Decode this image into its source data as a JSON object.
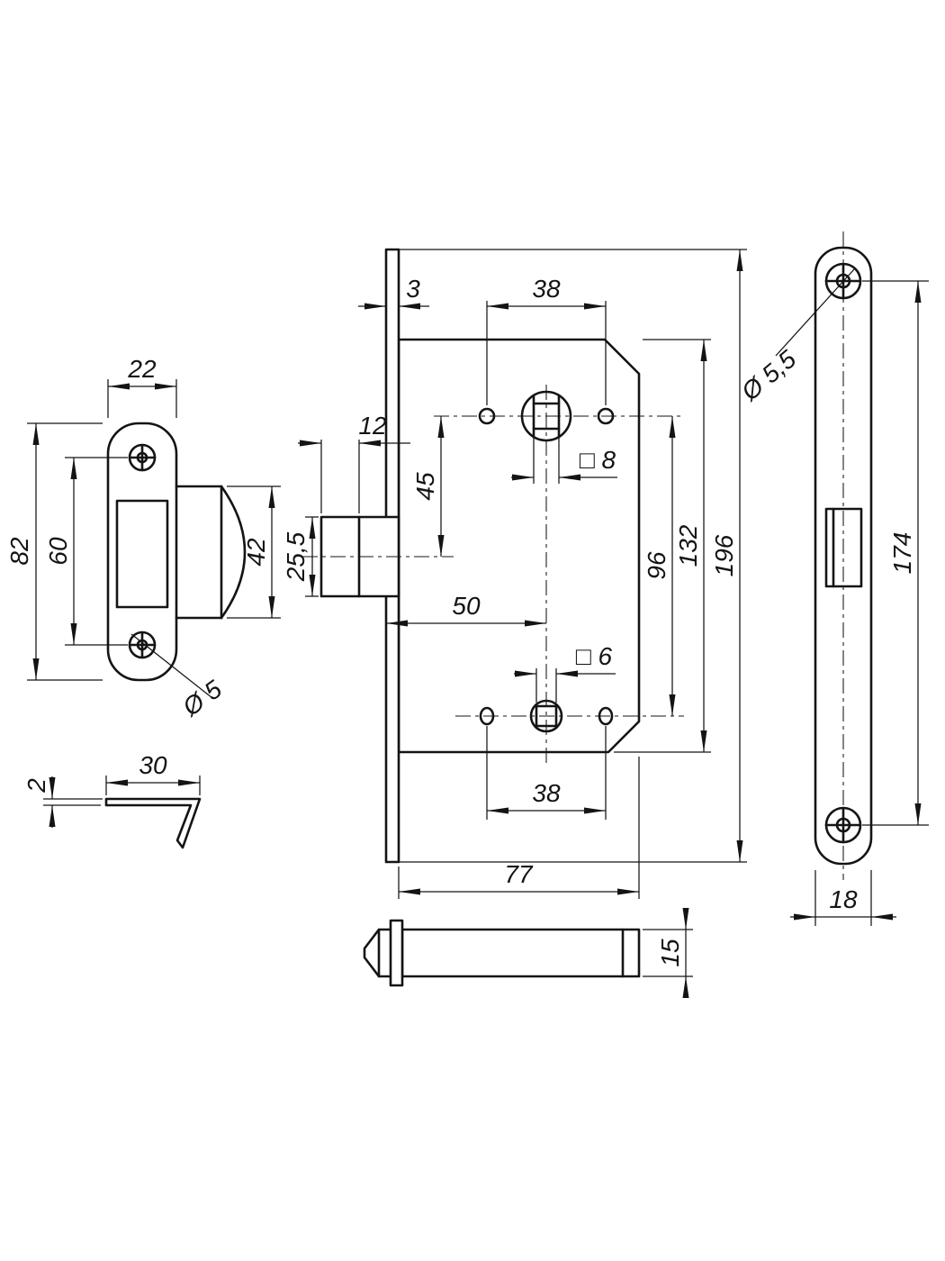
{
  "colors": {
    "line": "#141414",
    "background": "#ffffff"
  },
  "views": {
    "strike_plate": {
      "width": "22",
      "height": "82",
      "screw_centers": "60",
      "tab_height": "42",
      "screw_hole_dia": "Ø 5"
    },
    "dust_cover": {
      "length": "30",
      "thickness": "2"
    },
    "lock_body": {
      "faceplate_thickness": "3",
      "upper_holes_spacing": "38",
      "latch_nose": "12",
      "latch_height": "25,5",
      "latch_to_spindle": "45",
      "spindle_square": "□ 8",
      "backset": "50",
      "centers": "96",
      "case_height": "132",
      "faceplate_length": "196",
      "wc_square": "□ 6",
      "lower_holes_spacing": "38",
      "case_depth": "77",
      "latch_thickness": "15"
    },
    "faceplate": {
      "hole_dia": "Ø 5,5",
      "screw_centers": "174",
      "width": "18"
    }
  }
}
